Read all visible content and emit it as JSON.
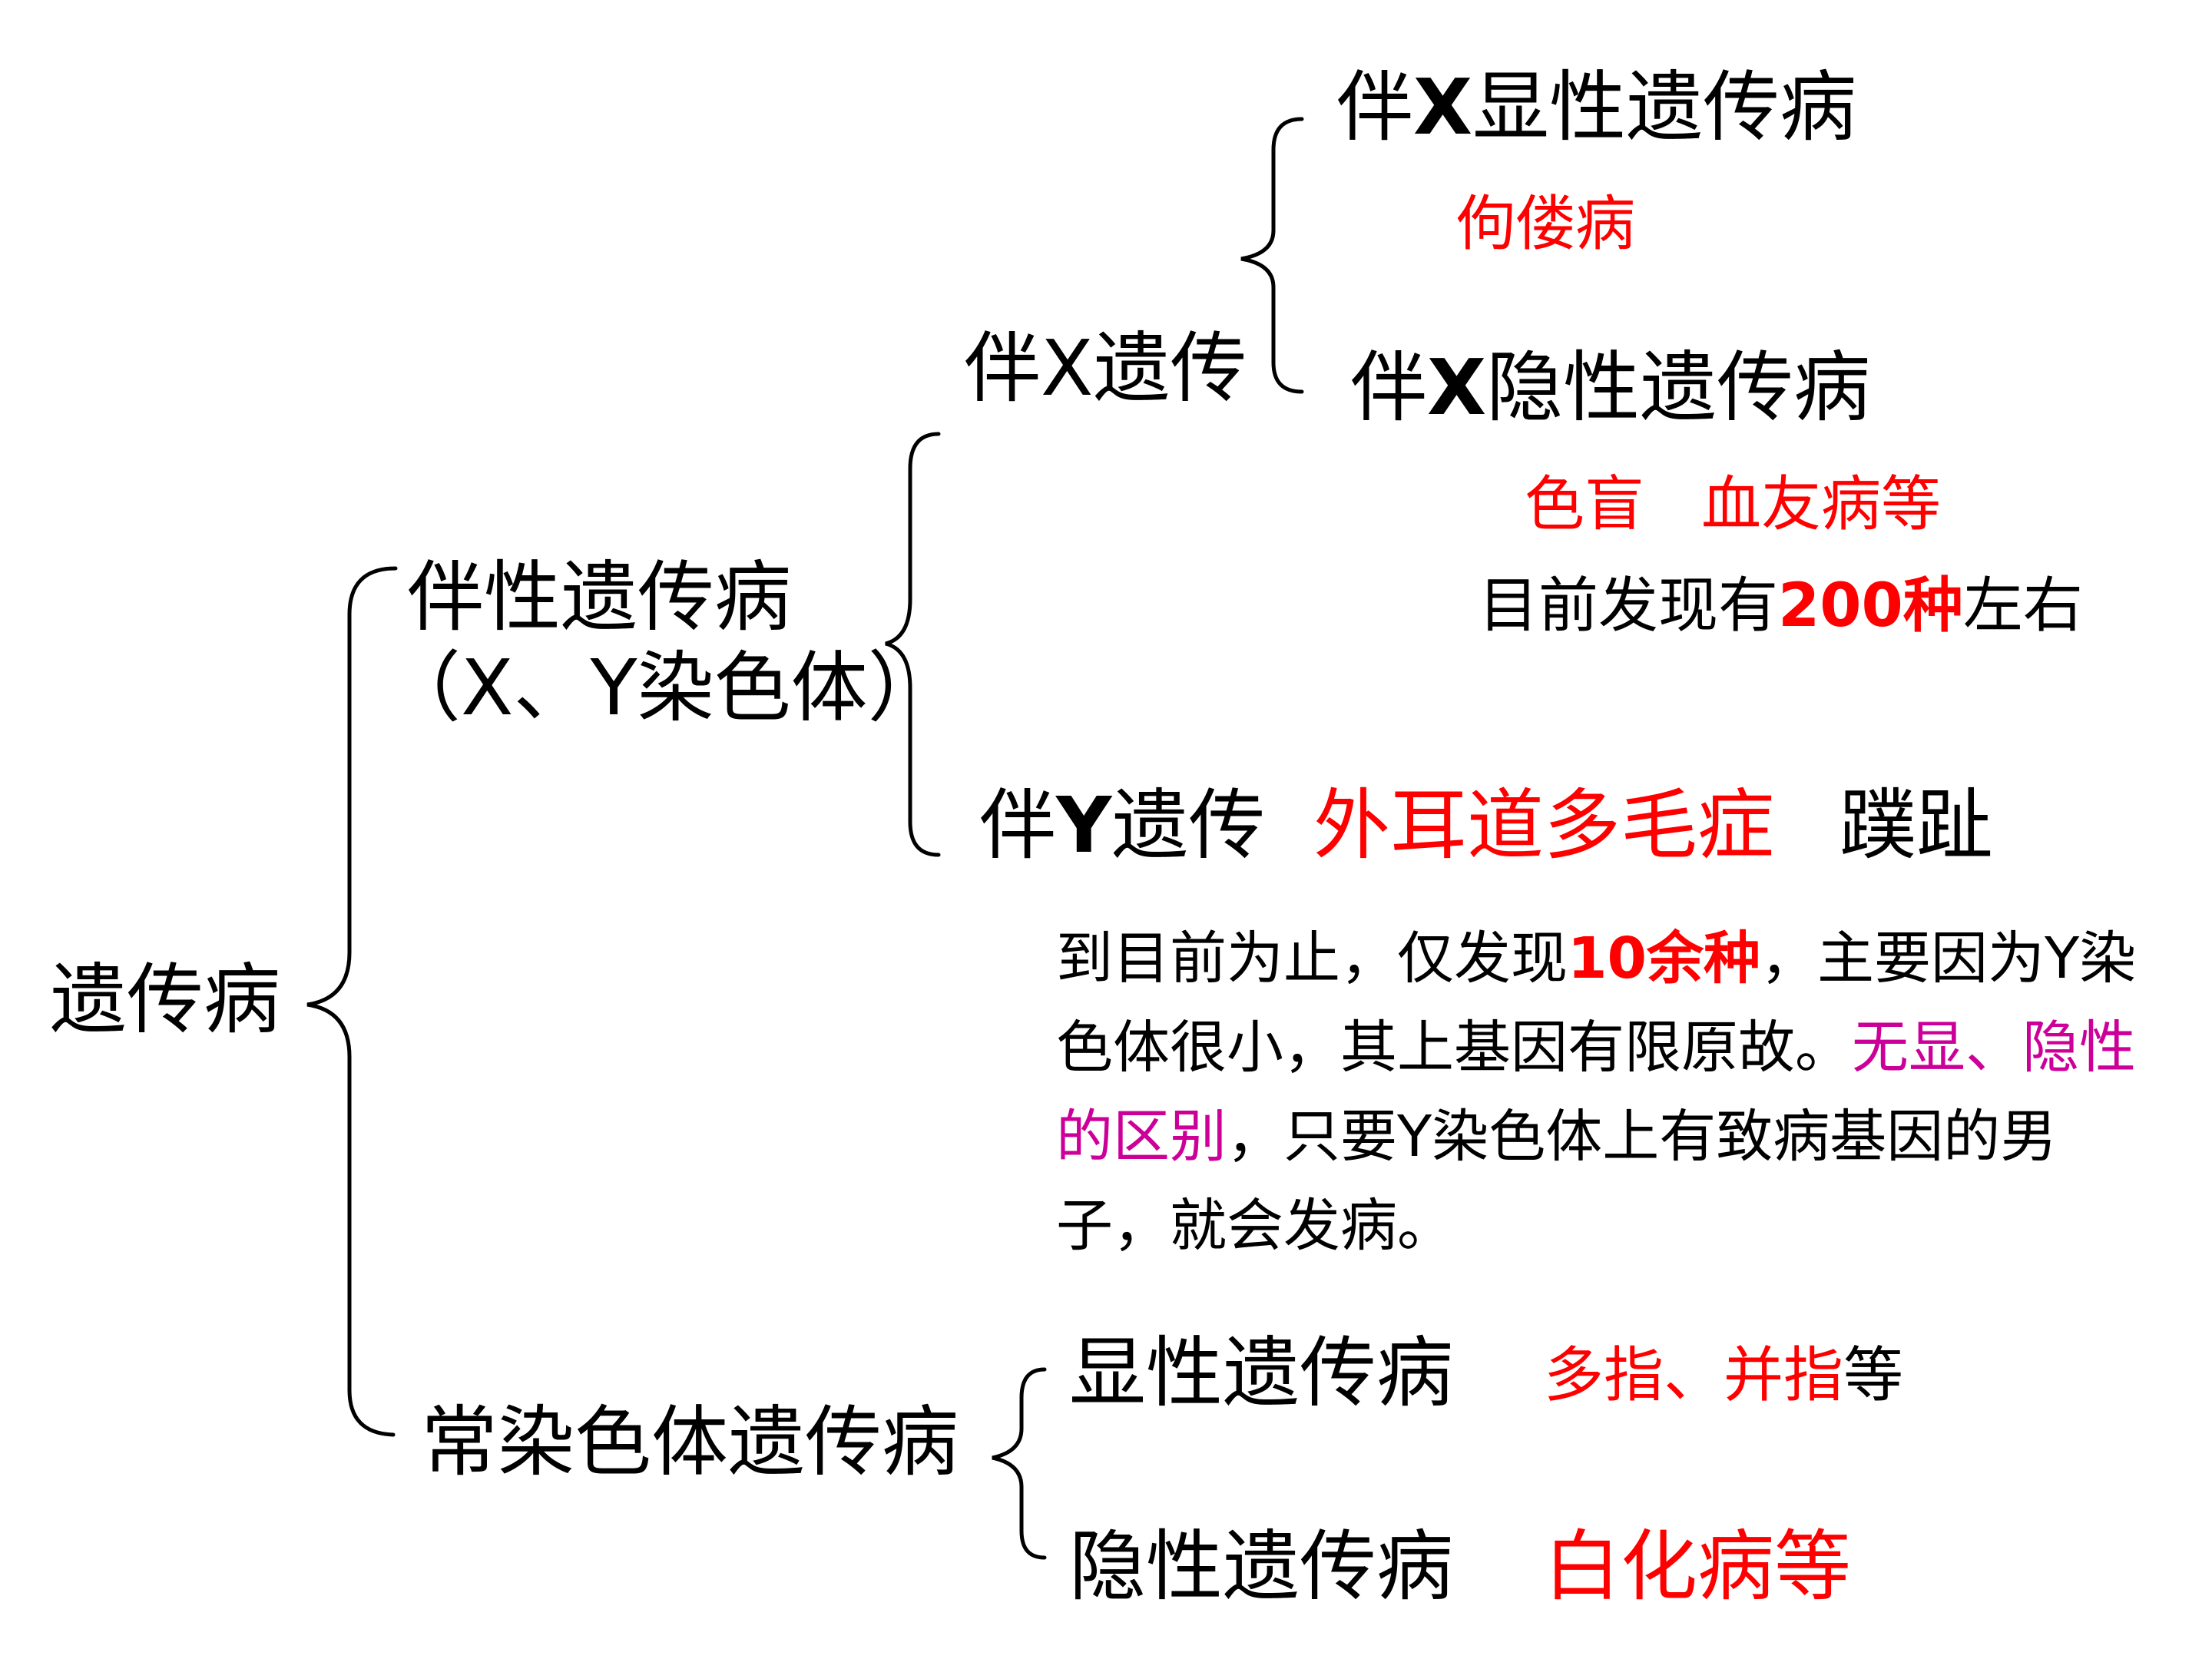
{
  "root": "遗传病",
  "sex_linked": {
    "title": "伴性遗传病",
    "subtitle": "（X、Y染色体）"
  },
  "x_linked": {
    "title": "伴X遗传",
    "dominant": {
      "prefix": "伴",
      "letter": "X",
      "suffix": "显性遗传病",
      "example": "佝偻病"
    },
    "recessive": {
      "prefix": "伴",
      "letter": "X",
      "suffix": "隐性遗传病",
      "examples": [
        "色盲",
        "血友病等"
      ]
    },
    "count_note": {
      "before": "目前发现有",
      "number": "200种",
      "after": "左右"
    }
  },
  "y_linked": {
    "title_prefix": "伴",
    "title_letter": "Y",
    "title_suffix": "遗传",
    "examples": [
      "外耳道多毛症",
      "蹼趾"
    ],
    "note": {
      "part1": "到目前为止，仅发现",
      "number": "10余种",
      "part2": "，主要因为",
      "part3": "Y染色体很小，其上基因有限原故。",
      "highlight": "无显、隐性的区别",
      "part4": "，只要Y染色体上有致病基因的男子，就会发病。"
    }
  },
  "autosomal": {
    "title": "常染色体遗传病",
    "dominant": {
      "label": "显性遗传病",
      "example": "多指、并指",
      "suffix": "等"
    },
    "recessive": {
      "label": "隐性遗传病",
      "example": "白化病等"
    }
  }
}
